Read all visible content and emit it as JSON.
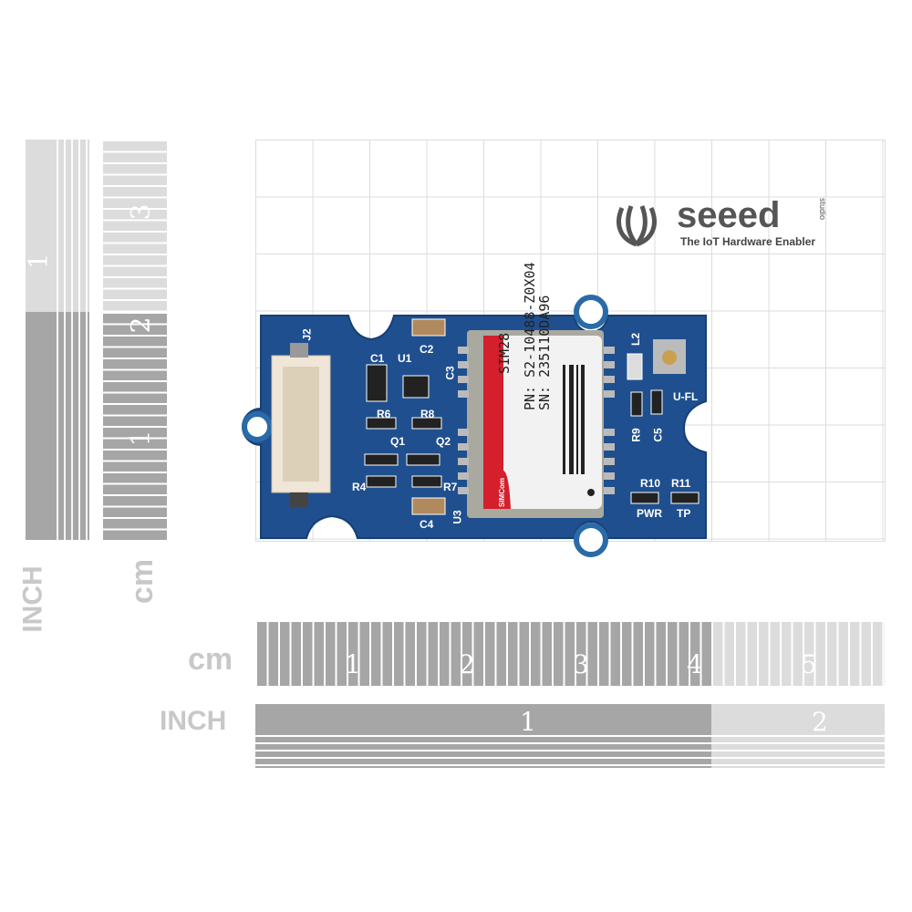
{
  "logo": {
    "brand": "seeed",
    "sub": "studio",
    "tagline": "The IoT Hardware Enabler"
  },
  "rulers": {
    "vertical_inch_label": "INCH",
    "vertical_cm_label": "cm",
    "vertical_inch_numbers": [
      "1"
    ],
    "vertical_cm_numbers": [
      "1",
      "2",
      "3"
    ],
    "horizontal_cm_label": "cm",
    "horizontal_inch_label": "INCH",
    "horizontal_cm_numbers": [
      "1",
      "2",
      "3",
      "4",
      "5"
    ],
    "horizontal_inch_numbers": [
      "1",
      "2"
    ]
  },
  "board": {
    "color": "#1f4f8e",
    "module": {
      "name": "SIM28",
      "pn": "PN: S2-10488-Z0X04",
      "sn": "SN: 235110DA96",
      "maker": "SIMCom"
    },
    "silkscreen": [
      "J2",
      "C1",
      "U1",
      "C2",
      "C3",
      "R6",
      "R8",
      "Q1",
      "Q2",
      "R4",
      "R7",
      "C4",
      "U3",
      "L2",
      "U-FL",
      "R9",
      "C5",
      "R10",
      "R11",
      "PWR",
      "TP"
    ]
  }
}
